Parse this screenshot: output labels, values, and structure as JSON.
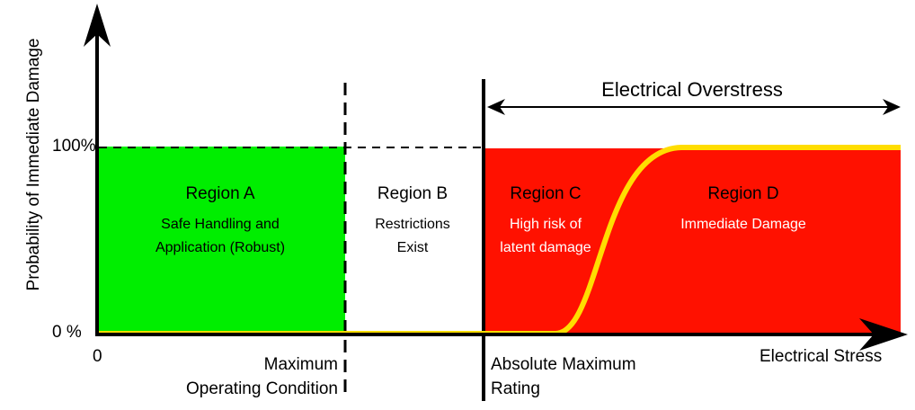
{
  "y_axis": {
    "label": "Probability of Immediate Damage",
    "tick_top": "100%",
    "tick_bottom": "0 %"
  },
  "x_axis": {
    "label": "Electrical Stress",
    "origin_label": "0"
  },
  "markers": {
    "max_operating_line1": "Maximum",
    "max_operating_line2": "Operating Condition",
    "abs_max_line1": "Absolute Maximum",
    "abs_max_line2": "Rating"
  },
  "overstress_label": "Electrical Overstress",
  "regions": [
    {
      "title": "Region A",
      "desc1": "Safe Handling and",
      "desc2": "Application (Robust)",
      "color": "#00ee00"
    },
    {
      "title": "Region B",
      "desc1": "Restrictions",
      "desc2": "Exist",
      "color": "#ffffff"
    },
    {
      "title": "Region C",
      "desc1": "High risk of",
      "desc2": "latent damage",
      "color": "#ff1100"
    },
    {
      "title": "Region D",
      "desc1": "Immediate Damage",
      "desc2": "",
      "color": "#ff1100"
    }
  ],
  "curve_color": "#ffdd00"
}
